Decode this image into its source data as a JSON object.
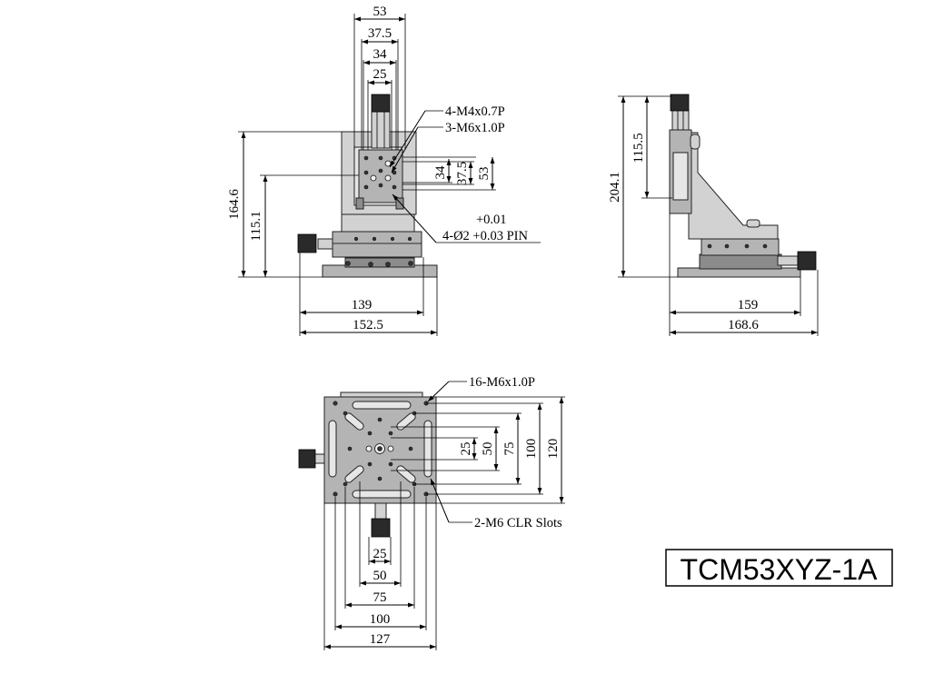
{
  "drawing": {
    "model": "TCM53XYZ-1A",
    "front_view": {
      "dims": {
        "top_53": "53",
        "top_37_5": "37.5",
        "top_34": "34",
        "top_25": "25",
        "height_164_6": "164.6",
        "height_115_1": "115.1",
        "width_139": "139",
        "width_152_5": "152.5",
        "side_34": "34",
        "side_37_5": "37.5",
        "side_53": "53"
      },
      "notes": {
        "m4": "4-M4x0.7P",
        "m6": "3-M6x1.0P",
        "tol_top": "+0.01",
        "pin": "4-Ø2 +0.03 PIN"
      }
    },
    "side_view": {
      "dims": {
        "height_115_5": "115.5",
        "height_204_1": "204.1",
        "width_159": "159",
        "width_168_6": "168.6"
      }
    },
    "top_view": {
      "dims": {
        "right_25": "25",
        "right_50": "50",
        "right_75": "75",
        "right_100": "100",
        "right_120": "120",
        "bottom_25": "25",
        "bottom_50": "50",
        "bottom_75": "75",
        "bottom_100": "100",
        "bottom_127": "127"
      },
      "notes": {
        "m6_holes": "16-M6x1.0P",
        "slots": "2-M6 CLR Slots"
      }
    }
  }
}
